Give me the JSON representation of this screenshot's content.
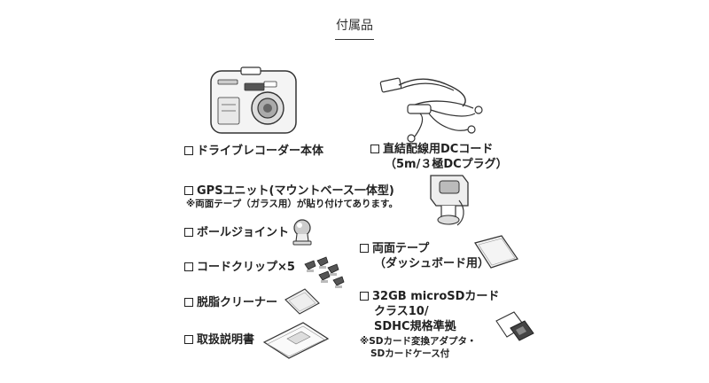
{
  "title": "付属品",
  "items": {
    "recorder": "ドライブレコーダー本体",
    "dc_cord": {
      "line1": "直結配線用DCコード",
      "line2": "（5m/３極DCプラグ）"
    },
    "gps_unit": "GPSユニット(マウントベース一体型)",
    "gps_note": "※両面テープ（ガラス用）が貼り付けてあります。",
    "ball_joint": "ボールジョイント",
    "tape": {
      "line1": "両面テープ",
      "line2": "（ダッシュボード用）"
    },
    "clips": "コードクリップ×5",
    "cleaner": "脱脂クリーナー",
    "sd_card": {
      "line1": "32GB microSDカード",
      "line2": "クラス10/",
      "line3": "SDHC規格準拠"
    },
    "sd_note": {
      "line1": "※SDカード変換アダプタ・",
      "line2": "SDカードケース付"
    },
    "manual": "取扱説明書"
  },
  "icons": [
    "dashcam-image",
    "dc-cord-image",
    "gps-mount-image",
    "ball-joint-image",
    "clips-image",
    "tape-image",
    "cleaner-image",
    "sd-card-image",
    "manual-image"
  ]
}
